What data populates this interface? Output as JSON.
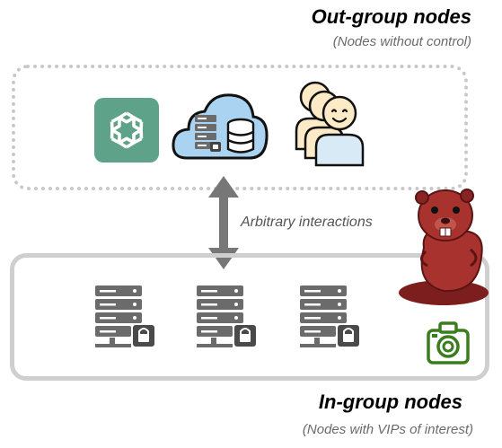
{
  "out_group": {
    "title": "Out-group nodes",
    "subtitle": "(Nodes without control)",
    "icons": [
      "openai-logo-icon",
      "cloud-database-server-icon",
      "user-group-icon"
    ]
  },
  "interaction": {
    "label": "Arbitrary interactions"
  },
  "in_group": {
    "title": "In-group nodes",
    "subtitle": "(Nodes with VIPs of interest)",
    "icons": [
      "locked-server-icon",
      "locked-server-icon",
      "locked-server-icon"
    ]
  },
  "decorations": [
    "beaver-icon",
    "camera-icon"
  ],
  "colors": {
    "openai_tile": "#5fa28a",
    "cloud_fill": "#a9d3f0",
    "people_fill": "#fdebc8",
    "server_gray": "#6b6b6b",
    "arrow_gray": "#777777",
    "beaver": "#a8332e",
    "camera_green": "#3a7d1e",
    "outgroup_border": "#c8c8c8",
    "ingroup_border": "#cfcfcf"
  }
}
